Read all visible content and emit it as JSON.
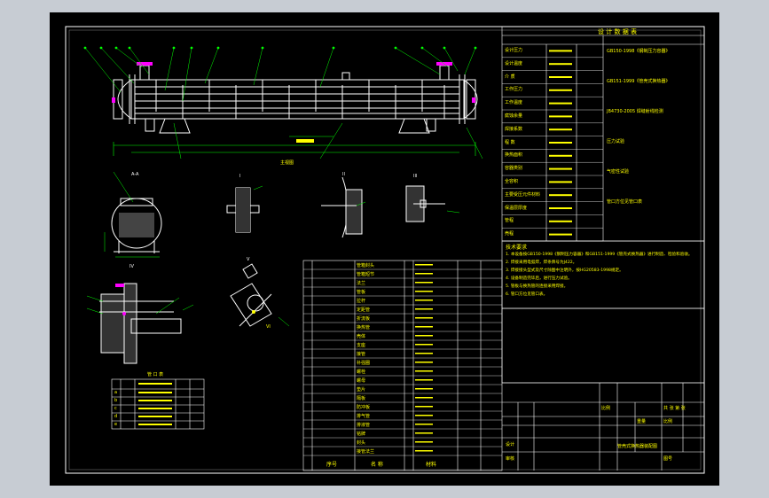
{
  "spec_table": {
    "title": "设 计 数 据 表",
    "rows": [
      "设计压力",
      "设计温度",
      "介 质",
      "工作压力",
      "工作温度",
      "腐蚀余量",
      "焊接系数",
      "程 数",
      "换热面积",
      "容器类别",
      "全容积",
      "主要受压元件材料",
      "保温层厚度",
      "管程",
      "壳程"
    ],
    "notes": [
      "GB150-1998《钢制压力容器》",
      "GB151-1999《管壳式换热器》",
      "JB4730-2005 焊缝射线检测",
      "压力试验",
      "气密性试验",
      "管口方位见管口表"
    ]
  },
  "tech_requirements": {
    "title": "技术要求",
    "lines": [
      "1. 本设备按GB150-1998《钢制压力容器》和GB151-1999《管壳式换热器》进行制造、检验和验收。",
      "2. 焊接采用电弧焊，焊条牌号为J422。",
      "3. 焊接接头型式及尺寸除图中注明外，按HG20583-1998规定。",
      "4. 设备制造完毕后，进行压力试验。",
      "5. 管板与换热管的连接采用焊接。",
      "6. 管口方位见管口表。"
    ]
  },
  "parts_list": {
    "header": {
      "no": "序号",
      "name": "名 称",
      "material": "材料"
    },
    "rows": [
      "管箱封头",
      "管箱短节",
      "法兰",
      "管板",
      "拉杆",
      "定距管",
      "折流板",
      "换热管",
      "壳体",
      "支座",
      "接管",
      "补强圈",
      "螺栓",
      "螺母",
      "垫片",
      "隔板",
      "防冲板",
      "排气管",
      "排液管",
      "铭牌",
      "封头",
      "接管法兰"
    ]
  },
  "nozzle_table": {
    "title": "管 口 表",
    "rows": [
      "a",
      "b",
      "c",
      "d",
      "e"
    ]
  },
  "title_block": {
    "drawing_name": "管壳式换热器装配图",
    "scale": "比例",
    "sheet": "共 张 第 张",
    "label_design": "设计",
    "label_check": "审核",
    "label_weight": "重量",
    "label_ratio": "比例",
    "drawing_no": "图号"
  },
  "views": {
    "main": "主视图",
    "section_a": "A-A",
    "detail_1": "I",
    "detail_2": "II",
    "detail_3": "III",
    "detail_4": "IV",
    "detail_5": "V",
    "detail_6": "VI"
  },
  "colors": {
    "line": "#ffffff",
    "text": "#ffff00",
    "dim": "#00ff00",
    "accent": "#ff00ff"
  }
}
